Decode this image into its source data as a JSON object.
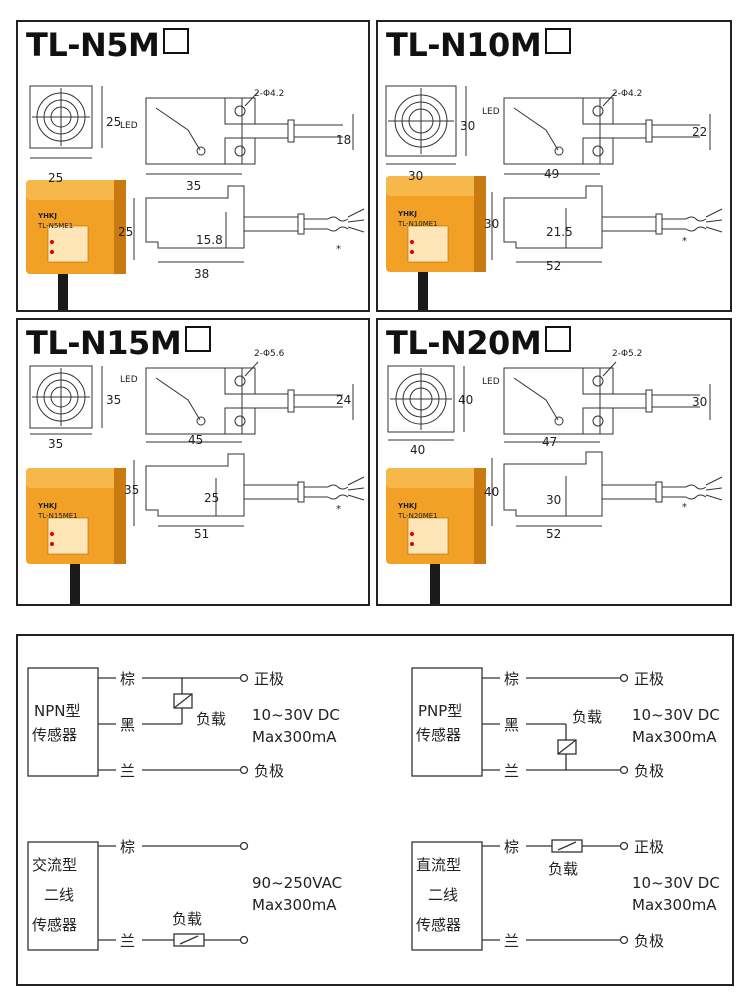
{
  "sensors": [
    {
      "model": "TL-N5M",
      "hole_label": "2-Φ4.2",
      "led_label": "LED",
      "face_size": "25",
      "face_height": "25",
      "cable_dia": "18",
      "body_length": "35",
      "side_height": "25",
      "face_depth": "15.8",
      "side_length": "38",
      "note_mark": "*",
      "label_brand": "YHKJ",
      "label_model": "TL-N5ME1"
    },
    {
      "model": "TL-N10M",
      "hole_label": "2-Φ4.2",
      "led_label": "LED",
      "face_size": "30",
      "face_height": "30",
      "cable_dia": "22",
      "body_length": "49",
      "side_height": "30",
      "face_depth": "21.5",
      "side_length": "52",
      "note_mark": "*",
      "label_brand": "YHKJ",
      "label_model": "TL-N10ME1"
    },
    {
      "model": "TL-N15M",
      "hole_label": "2-Φ5.6",
      "led_label": "LED",
      "face_size": "35",
      "face_height": "35",
      "cable_dia": "24",
      "body_length": "45",
      "side_height": "35",
      "face_depth": "25",
      "side_length": "51",
      "note_mark": "*",
      "label_brand": "YHKJ",
      "label_model": "TL-N15ME1"
    },
    {
      "model": "TL-N20M",
      "hole_label": "2-Φ5.2",
      "led_label": "LED",
      "face_size": "40",
      "face_height": "40",
      "cable_dia": "30",
      "body_length": "47",
      "side_height": "40",
      "face_depth": "30",
      "side_length": "52",
      "note_mark": "*",
      "label_brand": "YHKJ",
      "label_model": "TL-N20ME1"
    }
  ],
  "wiring": {
    "npn": {
      "name_line1": "NPN型",
      "name_line2": "传感器",
      "wire_brown": "棕",
      "wire_black": "黑",
      "wire_blue": "兰",
      "load": "负载",
      "positive": "正极",
      "negative": "负极",
      "voltage": "10~30V DC",
      "current": "Max300mA"
    },
    "pnp": {
      "name_line1": "PNP型",
      "name_line2": "传感器",
      "wire_brown": "棕",
      "wire_black": "黑",
      "wire_blue": "兰",
      "load": "负载",
      "positive": "正极",
      "negative": "负极",
      "voltage": "10~30V DC",
      "current": "Max300mA"
    },
    "ac": {
      "name_line1": "交流型",
      "name_line2": "二线",
      "name_line3": "传感器",
      "wire_brown": "棕",
      "wire_blue": "兰",
      "load": "负载",
      "voltage": "90~250VAC",
      "current": "Max300mA"
    },
    "dc": {
      "name_line1": "直流型",
      "name_line2": "二线",
      "name_line3": "传感器",
      "wire_brown": "棕",
      "wire_blue": "兰",
      "load": "负载",
      "positive": "正极",
      "negative": "负极",
      "voltage": "10~30V DC",
      "current": "Max300mA"
    }
  },
  "colors": {
    "sensor_body": "#f2a126",
    "sensor_shadow": "#c97a10",
    "cable": "#1a1a1a",
    "line": "#333333"
  }
}
